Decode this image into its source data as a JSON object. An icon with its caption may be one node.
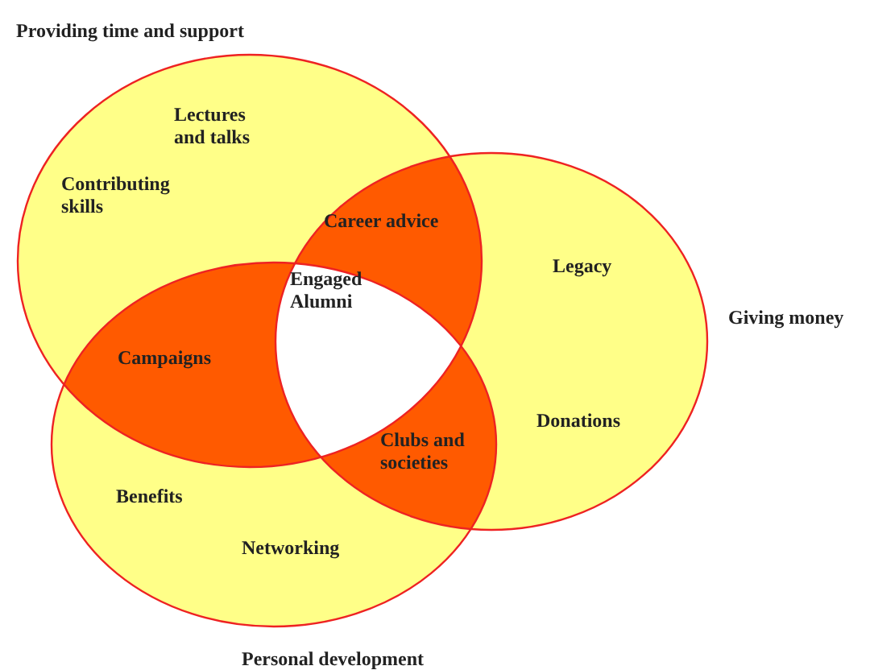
{
  "diagram": {
    "nodes": [
      {
        "text": [
          "Providing time and support"
        ]
      },
      {
        "text": [
          "Giving money"
        ]
      },
      {
        "text": [
          "Personal development"
        ]
      }
    ],
    "labels": [
      "Lectures and talks",
      "Contributing skills",
      "Career advice",
      "Legacy",
      "Engaged Alumni",
      "Campaigns",
      "Donations",
      "Clubs and societies",
      "Benefits",
      "Networking"
    ]
  }
}
